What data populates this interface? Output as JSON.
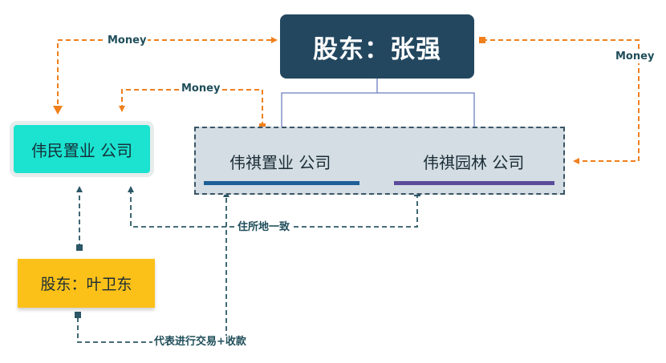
{
  "nodes": {
    "shareholder_main": "股东：张强",
    "weimin_company": "伟民置业 公司",
    "weiqi_company": "伟祺置业 公司",
    "yuanlin_company": "伟祺园林 公司",
    "shareholder_ye": "股东：叶卫东"
  },
  "edges": {
    "money_top": "Money",
    "money_mid": "Money",
    "money_right": "Money",
    "same_address": "住所地一致",
    "trade_collect": "代表进行交易+收款"
  },
  "colors": {
    "money_flow": "#f07f1c",
    "dashed_link": "#2b5766",
    "ownership_line": "#6b7fbf",
    "main_node": "#23475f",
    "weimin_node": "#1be3cf",
    "ye_node": "#fcc118"
  }
}
